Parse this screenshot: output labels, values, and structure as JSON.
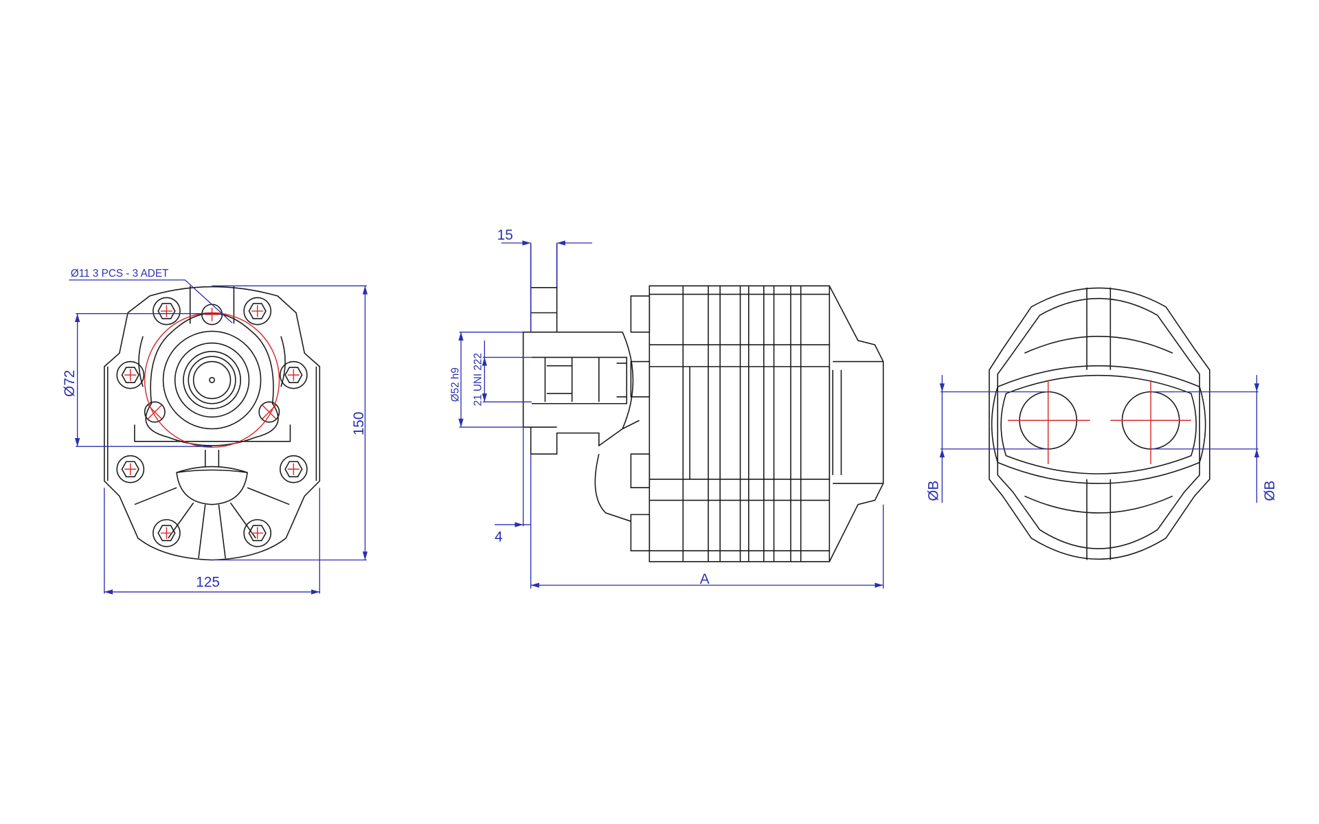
{
  "drawing": {
    "front_view": {
      "hole_note": "Ø11 3 PCS - 3 ADET",
      "pilot_circle_dia": "Ø72",
      "height": "150",
      "width": "125"
    },
    "side_view": {
      "flange_thickness": "15",
      "pilot_dia": "Ø52 h9",
      "shaft_spec": "21 UNI 222",
      "pilot_depth": "4",
      "overall_length": "A"
    },
    "rear_view": {
      "port_dia_left": "ØB",
      "port_dia_right": "ØB"
    },
    "colors": {
      "outline": "#1a1a1a",
      "dimension": "#2a2fb0",
      "centerline": "#d92b2b"
    }
  }
}
